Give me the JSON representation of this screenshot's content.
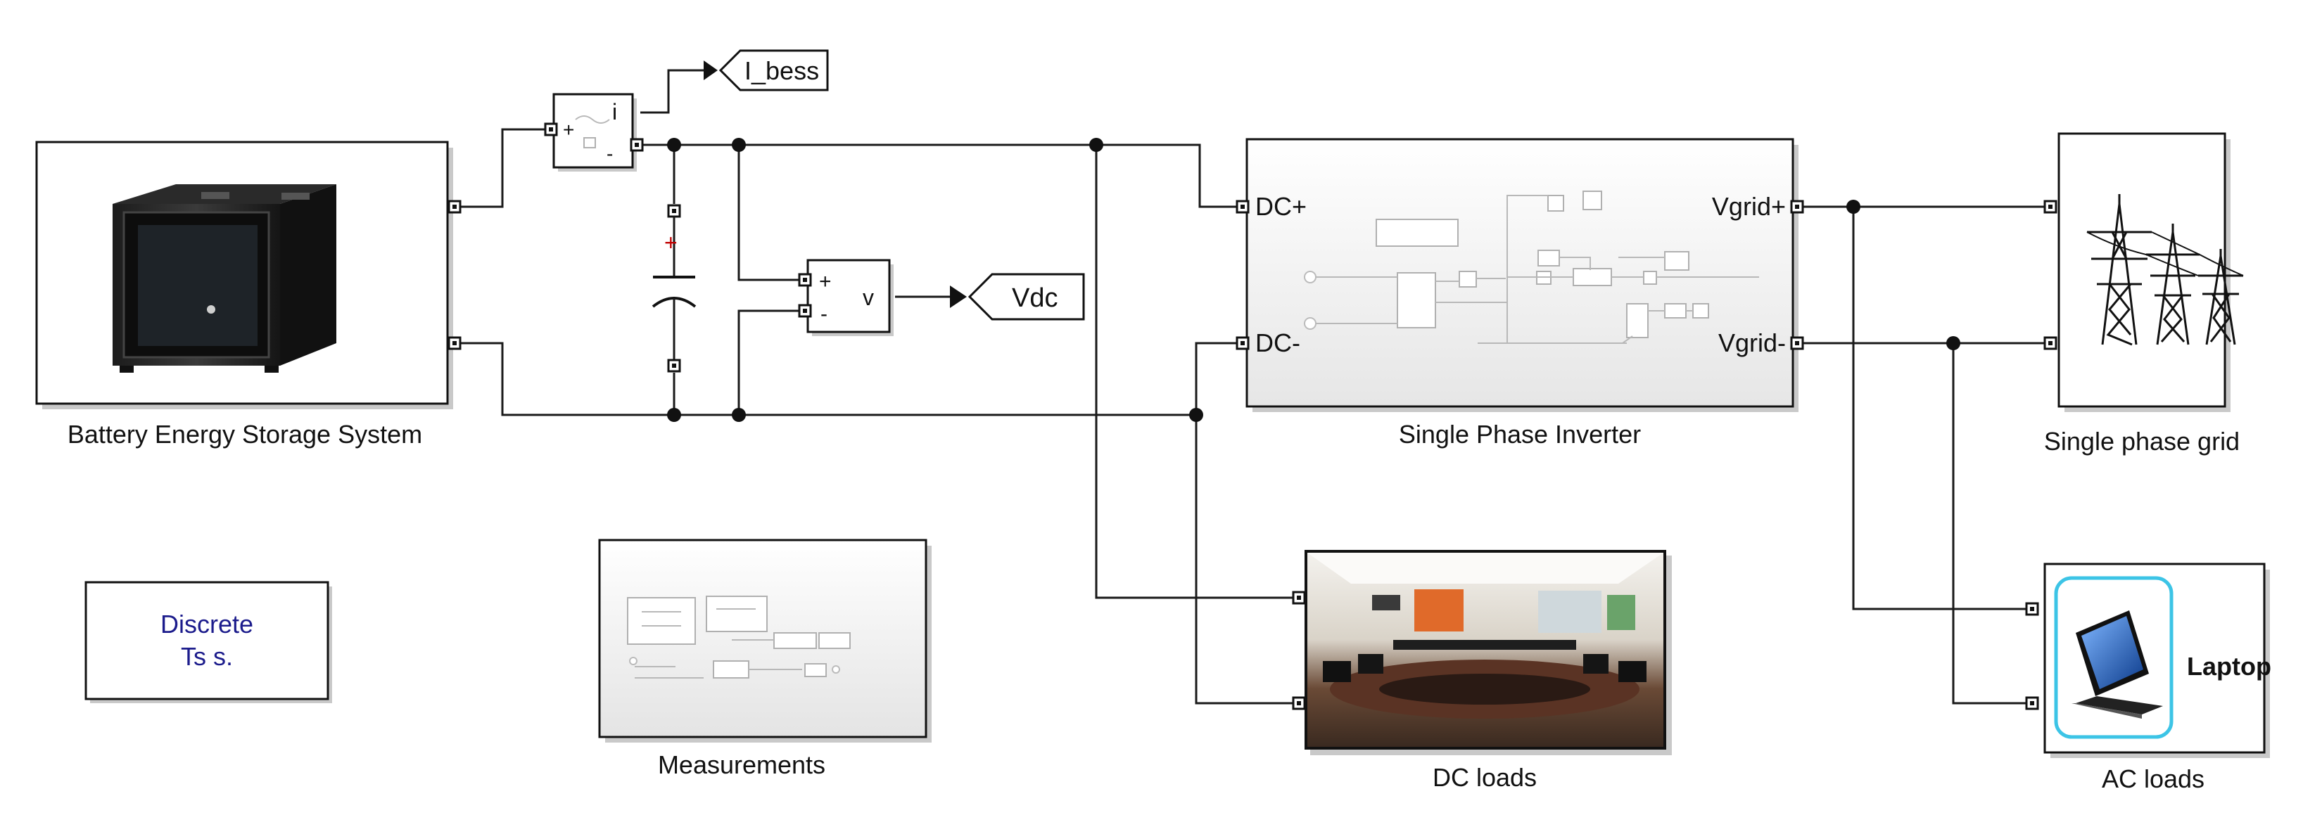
{
  "blocks": {
    "bess": {
      "label": "Battery Energy Storage System"
    },
    "current_meter": {
      "plus": "+",
      "minus": "-",
      "signal": "i"
    },
    "voltage_meter": {
      "plus": "+",
      "minus": "-",
      "signal": "v"
    },
    "capacitor": {
      "plus": "+"
    },
    "goto_ibess": {
      "tag": "I_bess"
    },
    "goto_vdc": {
      "tag": "Vdc"
    },
    "inverter": {
      "label": "Single Phase Inverter",
      "port_dc_plus": "DC+",
      "port_dc_minus": "DC-",
      "port_vgrid_plus": "Vgrid+",
      "port_vgrid_minus": "Vgrid-"
    },
    "grid": {
      "label": "Single phase grid"
    },
    "dc_loads": {
      "label": "DC loads"
    },
    "ac_loads": {
      "label": "AC loads",
      "text": "Laptop"
    },
    "measurements": {
      "label": "Measurements"
    },
    "powergui": {
      "line1": "Discrete",
      "line2": "Ts s."
    }
  },
  "colors": {
    "wire": "#1a1a1a",
    "powergui_text": "#1c1c8c",
    "capacitor_plus": "#c00000",
    "laptop_frame": "#3cc4e6"
  },
  "icons": {
    "bess": "server-cabinet-icon",
    "grid": "transmission-tower-icon",
    "dc_loads": "conference-room-icon",
    "ac_loads": "laptop-icon"
  }
}
